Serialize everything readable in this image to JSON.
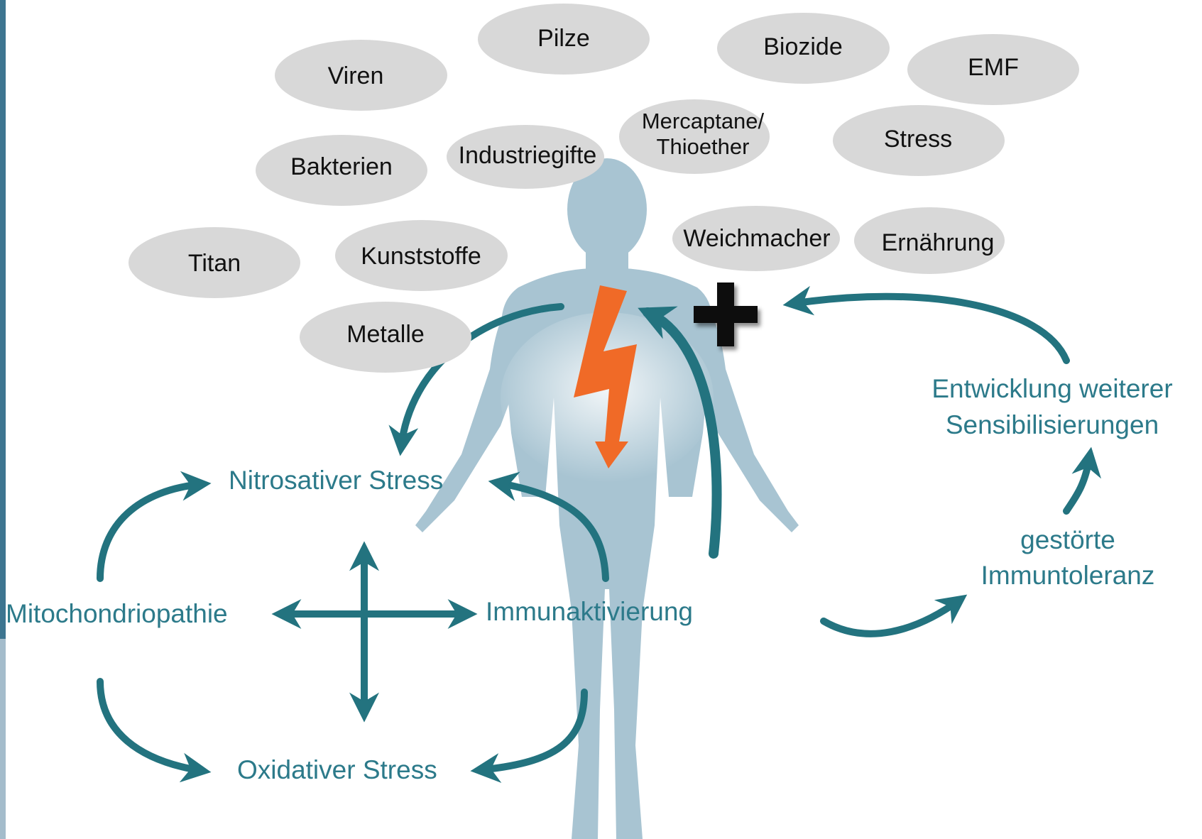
{
  "colors": {
    "accent_teal": "#23737f",
    "bolt": "#f06a27",
    "bubble": "#d8d8d8",
    "body_silhouette": "#a8c4d2",
    "sidebar_dark": "#3d7590",
    "sidebar_light": "#a4bccb"
  },
  "icons": {
    "plus": "plus-icon",
    "bolt": "lightning-bolt-icon",
    "figure": "human-body-silhouette"
  },
  "factors": {
    "pilze": "Pilze",
    "biozide": "Biozide",
    "viren": "Viren",
    "emf": "EMF",
    "mercaptane_1": "Mercaptane/",
    "mercaptane_2": "Thioether",
    "stress": "Stress",
    "bakterien": "Bakterien",
    "industriegifte": "Industriegifte",
    "weichmacher": "Weichmacher",
    "ernaehrung": "Ernährung",
    "titan": "Titan",
    "kunststoffe": "Kunststoffe",
    "metalle": "Metalle"
  },
  "cycle": {
    "nitrosativ": "Nitrosativer Stress",
    "mitochondriopathie": "Mitochondriopathie",
    "immunaktivierung": "Immunaktivierung",
    "oxidativ": "Oxidativer Stress"
  },
  "right_chain": {
    "gestoerte_1": "gestörte",
    "gestoerte_2": "Immuntoleranz",
    "entwicklung_1": "Entwicklung  weiterer",
    "entwicklung_2": "Sensibilisierungen"
  }
}
